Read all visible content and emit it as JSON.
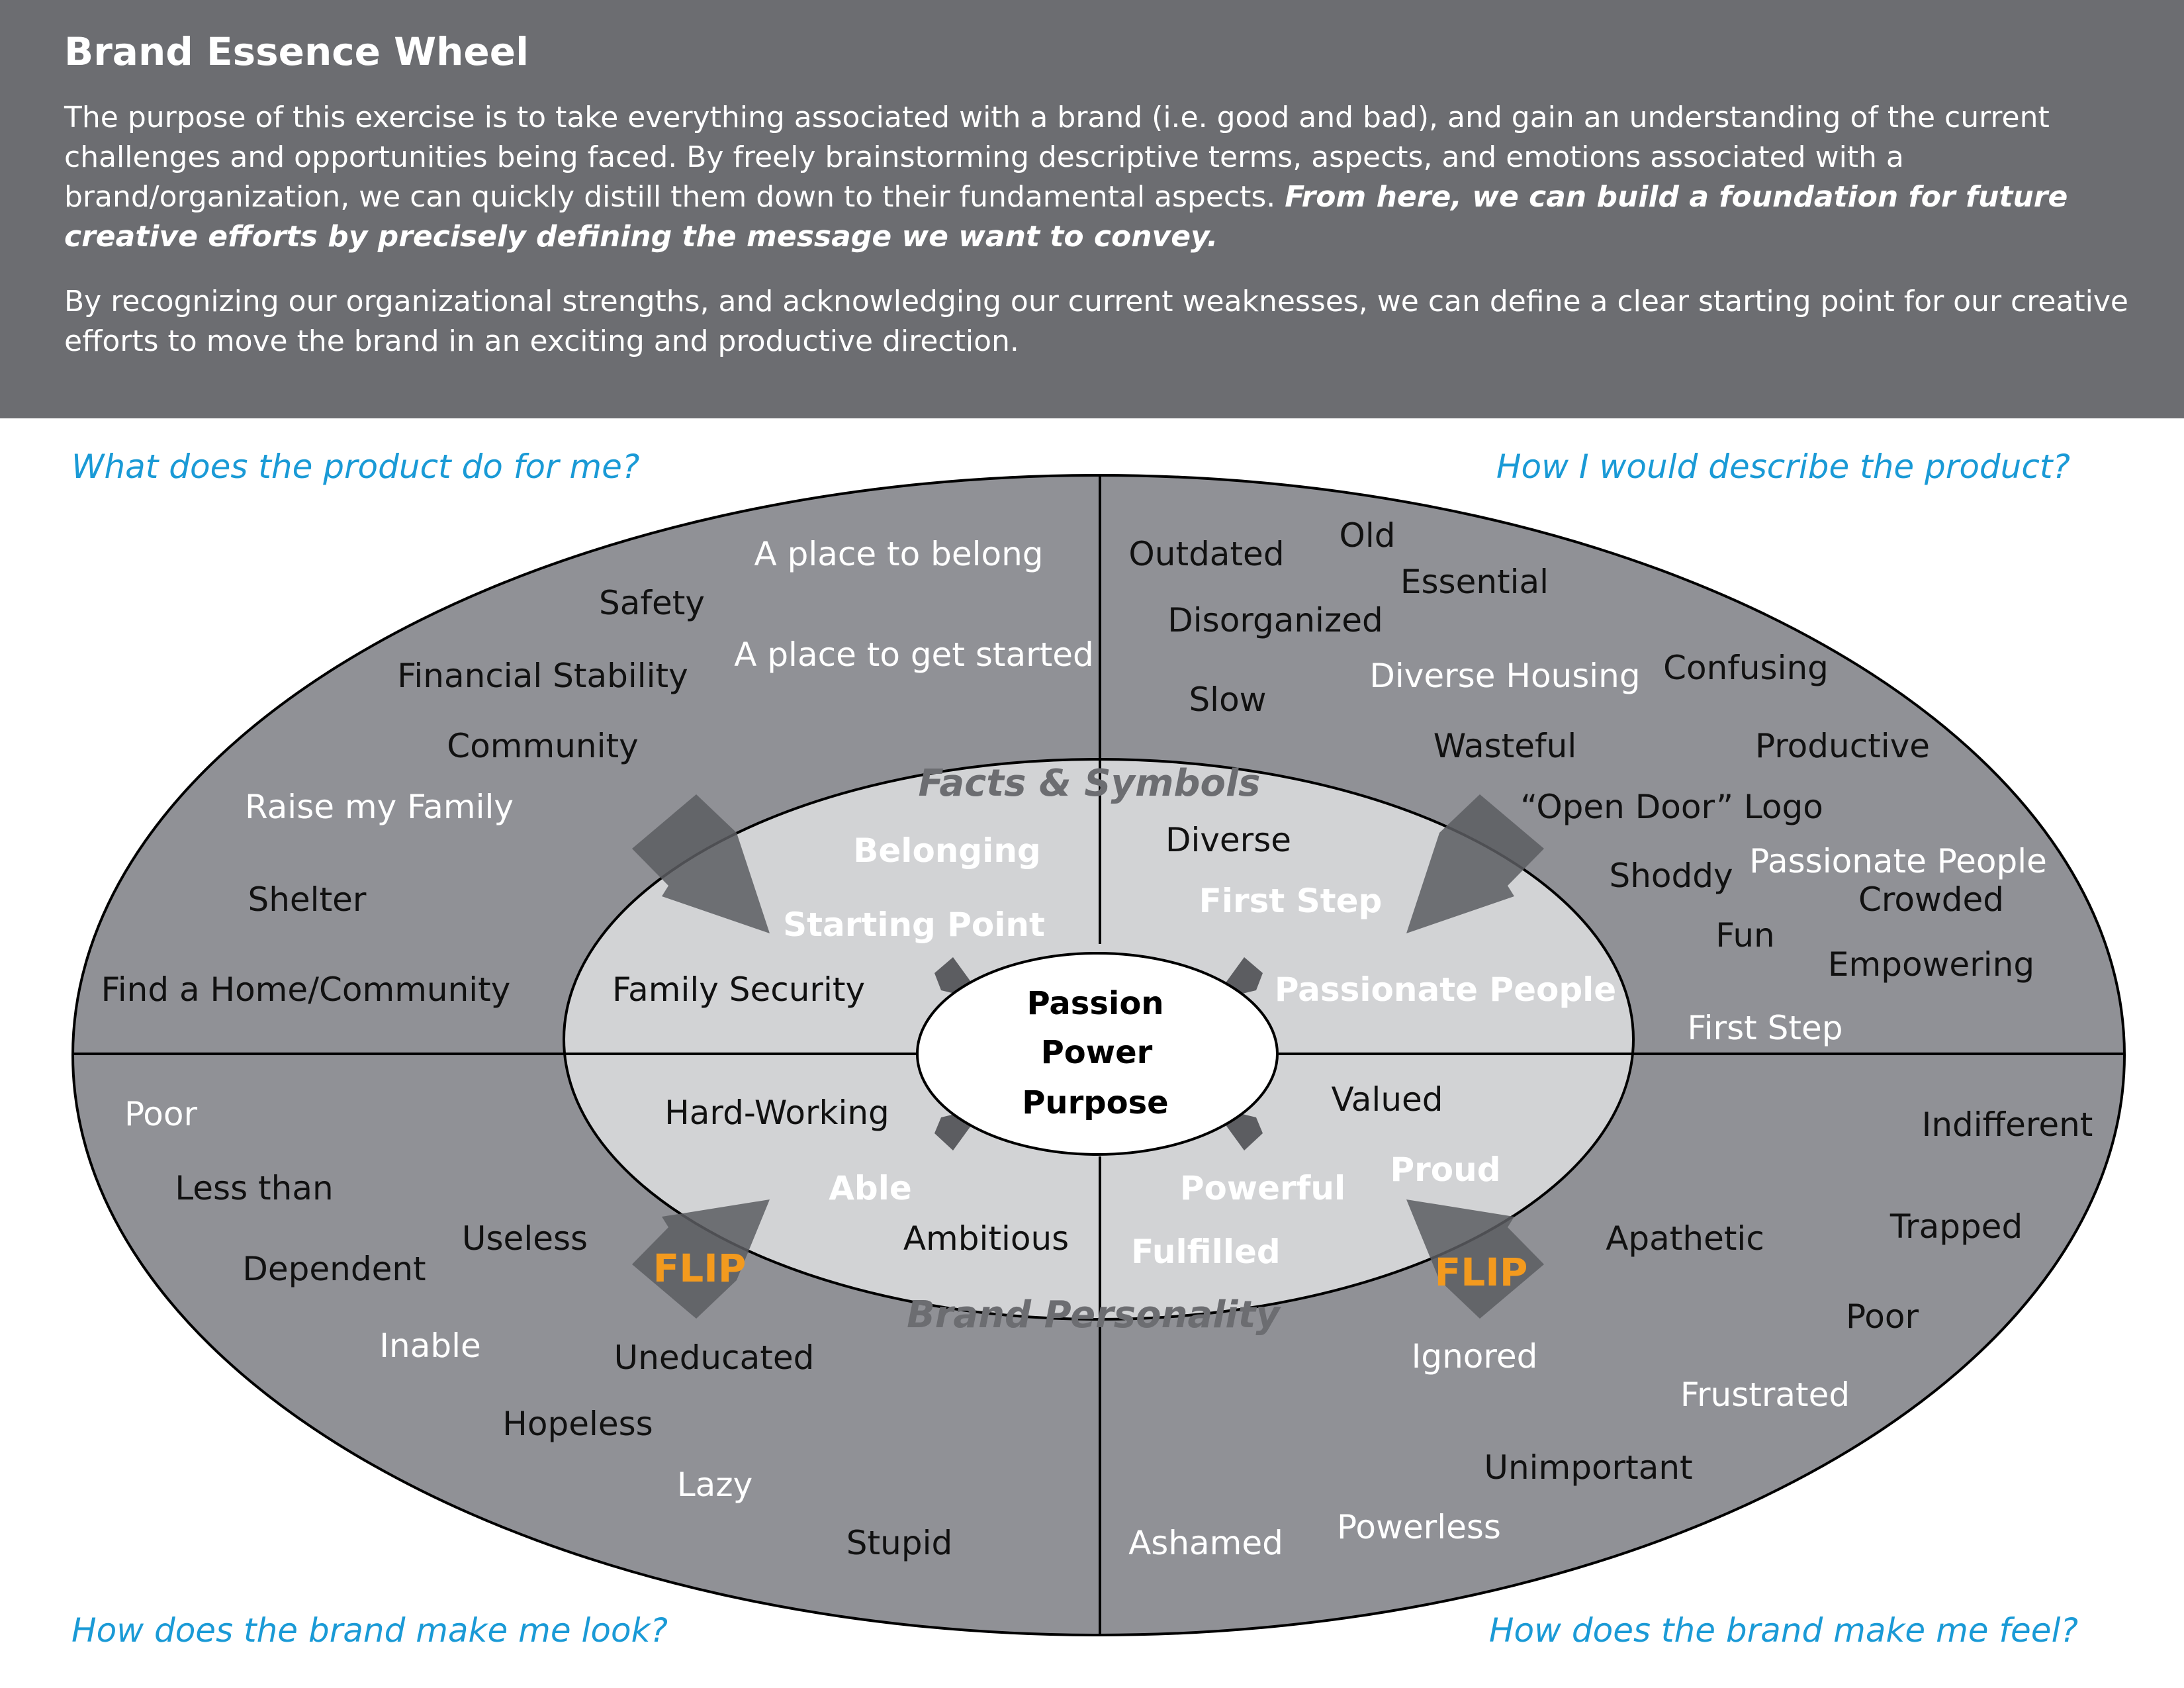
{
  "header": {
    "title": "Brand Essence Wheel",
    "paragraph1_text": "The purpose of this exercise is to take everything associated with a brand (i.e. good and bad), and gain an understanding of the current challenges and opportunities being faced. By freely brainstorming descriptive terms, aspects, and emotions associated with a brand/organization, we can quickly distill them down to their fundamental aspects. ",
    "paragraph1_emphasis": "From here, we can build a foundation for future creative efforts by precisely defining the message we want to convey.",
    "paragraph2": "By recognizing our organizational strengths, and acknowledging our current weaknesses, we can define a clear starting point for our creative efforts to move the brand in an exciting and productive direction."
  },
  "questions": {
    "top_left": "What does the product do for me?",
    "top_right": "How I would describe the product?",
    "bottom_left": "How does the brand make me look?",
    "bottom_right": "How does the brand make me feel?"
  },
  "inner_labels": {
    "top": "Facts & Symbols",
    "bottom": "Brand Personality"
  },
  "core": {
    "line1": "Passion",
    "line2": "Power",
    "line3": "Purpose"
  },
  "flip_labels": [
    "FLIP",
    "FLIP"
  ],
  "colors": {
    "header_bg": "#6c6d71",
    "outer_ring": "#909196",
    "inner_ring": "#d2d3d5",
    "arrow": "#5c5d61",
    "question_blue": "#1a9ad6",
    "flip_orange": "#f39a1e"
  },
  "quadrants": {
    "top_left_outer": [
      "A place to belong",
      "Safety",
      "A place to get started",
      "Financial Stability",
      "Community",
      "Raise my Family",
      "Shelter",
      "Find a Home/Community"
    ],
    "top_right_outer": [
      "Outdated",
      "Old",
      "Essential",
      "Disorganized",
      "Diverse Housing",
      "Confusing",
      "Slow",
      "Wasteful",
      "Productive",
      "“Open Door” Logo",
      "Passionate People",
      "Shoddy",
      "Crowded",
      "Fun",
      "Empowering",
      "First Step"
    ],
    "bottom_left_outer": [
      "Poor",
      "Less than",
      "Useless",
      "Dependent",
      "Inable",
      "Uneducated",
      "Hopeless",
      "Lazy",
      "Stupid"
    ],
    "bottom_right_outer": [
      "Indifferent",
      "Apathetic",
      "Trapped",
      "Poor",
      "Ignored",
      "Frustrated",
      "Unimportant",
      "Powerless",
      "Ashamed"
    ],
    "top_left_inner": [
      "Belonging",
      "Starting Point",
      "Family Security"
    ],
    "top_right_inner": [
      "Diverse",
      "First Step",
      "Passionate People"
    ],
    "bottom_left_inner": [
      "Hard-Working",
      "Able",
      "Ambitious"
    ],
    "bottom_right_inner": [
      "Valued",
      "Proud",
      "Powerful",
      "Fulfilled"
    ]
  }
}
